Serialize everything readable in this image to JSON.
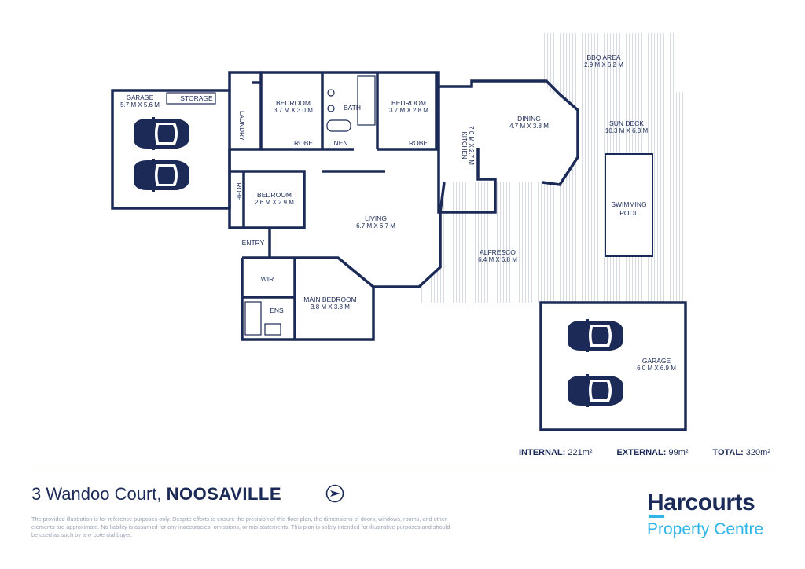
{
  "rooms": {
    "garage1": {
      "name": "GARAGE",
      "dims": "5.7 M X 5.6 M"
    },
    "storage": {
      "name": "STORAGE"
    },
    "laundry": {
      "name": "LAUNDRY"
    },
    "bedroom1": {
      "name": "BEDROOM",
      "dims": "3.7 M X 3.0 M"
    },
    "bath": {
      "name": "BATH"
    },
    "bedroom2": {
      "name": "BEDROOM",
      "dims": "3.7 M X 2.8 M"
    },
    "robe1": {
      "name": "ROBE"
    },
    "linen": {
      "name": "LINEN"
    },
    "robe2": {
      "name": "ROBE"
    },
    "robe3": {
      "name": "ROBE"
    },
    "bedroom3": {
      "name": "BEDROOM",
      "dims": "2.6 M X 2.9 M"
    },
    "kitchen": {
      "name": "KITCHEN",
      "dims": "7.0 M X 2.7 M"
    },
    "dining": {
      "name": "DINING",
      "dims": "4.7 M X 3.8 M"
    },
    "living": {
      "name": "LIVING",
      "dims": "6.7 M X 6.7 M"
    },
    "entry": {
      "name": "ENTRY"
    },
    "wir": {
      "name": "WIR"
    },
    "ens": {
      "name": "ENS"
    },
    "main_bedroom": {
      "name": "MAIN BEDROOM",
      "dims": "3.8 M X 3.8 M"
    },
    "alfresco": {
      "name": "ALFRESCO",
      "dims": "6.4 M X 6.8 M"
    },
    "bbq": {
      "name": "BBQ AREA",
      "dims": "2.9 M X 6.2 M"
    },
    "sun_deck": {
      "name": "SUN DECK",
      "dims": "10.3 M X 6.3 M"
    },
    "pool": {
      "line1": "SWIMMING",
      "line2": "POOL"
    },
    "garage2": {
      "name": "GARAGE",
      "dims": "6.0 M X 6.9 M"
    }
  },
  "areas": {
    "internal_label": "INTERNAL:",
    "internal_value": "221m²",
    "external_label": "EXTERNAL:",
    "external_value": "99m²",
    "total_label": "TOTAL:",
    "total_value": "320m²"
  },
  "address": {
    "street": "3 Wandoo Court,",
    "suburb": "NOOSAVILLE"
  },
  "disclaimer": "The provided illustration is for reference purposes only. Despite efforts to ensure the precision of this floor plan, the dimensions of doors, windows, rooms, and other elements are approximate. No liability is assumed for any inaccuracies, omissions, or mis-statements. This plan is solely intended for illustrative purposes and should be used as such by any potential buyer.",
  "brand": {
    "name": "Harcourts",
    "sub": "Property Centre"
  },
  "icons": {
    "compass": "compass-arrow-icon",
    "car": "car-icon"
  },
  "colors": {
    "navy": "#1b2a57",
    "accent": "#2fb5e8"
  }
}
